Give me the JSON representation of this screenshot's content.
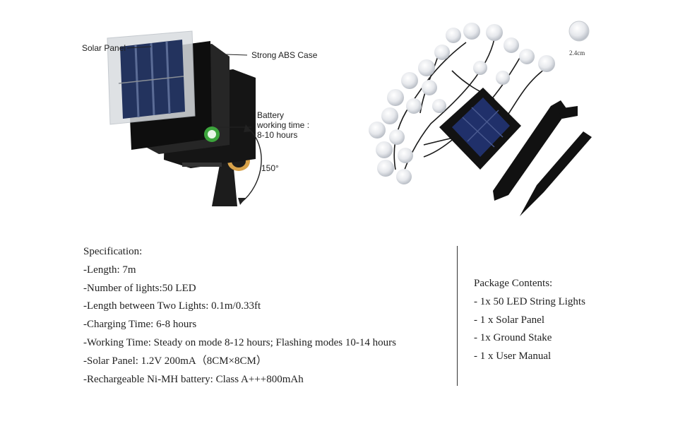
{
  "diagram": {
    "label_solar_panel": "Solar Panel",
    "label_case": "Strong ABS Case",
    "label_battery_1": "Battery",
    "label_battery_2": "working time :",
    "label_battery_3": "8-10 hours",
    "label_angle": "150°",
    "label_size": "2.4cm"
  },
  "specification": {
    "heading": "Specification:",
    "items": [
      "-Length: 7m",
      "-Number of lights:50 LED",
      "-Length between Two Lights: 0.1m/0.33ft",
      "-Charging Time: 6-8 hours",
      "-Working Time: Steady on mode 8-12 hours; Flashing modes 10-14 hours",
      "-Solar Panel: 1.2V 200mA（8CM×8CM）",
      "-Rechargeable Ni-MH battery: Class A+++800mAh"
    ]
  },
  "package": {
    "heading": "Package Contents:",
    "items": [
      "- 1x 50 LED String Lights",
      "- 1 x Solar Panel",
      "- 1x Ground Stake",
      "- 1 x User Manual"
    ]
  }
}
